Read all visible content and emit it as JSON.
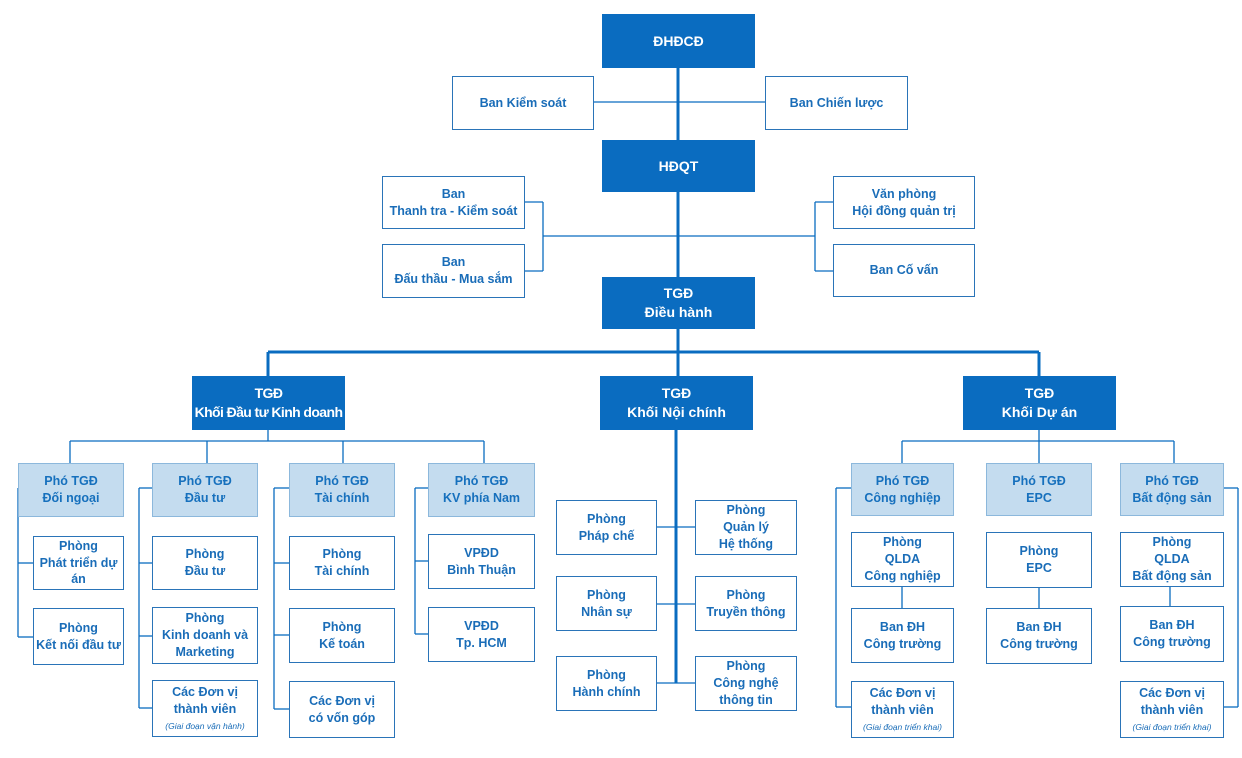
{
  "colors": {
    "primary": "#0a6cc0",
    "light_fill": "#c4dcef",
    "text": "#1a6db8",
    "line": "#0a6cc0"
  },
  "nodes": {
    "dhcd": [
      "ĐHĐCĐ"
    ],
    "ban_kiem_soat": [
      "Ban Kiểm soát"
    ],
    "ban_chien_luoc": [
      "Ban Chiến lược"
    ],
    "hdqt": [
      "HĐQT"
    ],
    "ban_thanh_tra": [
      "Ban",
      "Thanh tra - Kiểm soát"
    ],
    "ban_dau_thau": [
      "Ban",
      "Đấu thầu - Mua sắm"
    ],
    "van_phong_hdqt": [
      "Văn phòng",
      "Hội đồng quản trị"
    ],
    "ban_co_van": [
      "Ban Cố vấn"
    ],
    "tgd_dieu_hanh": [
      "TGĐ",
      "Điều hành"
    ],
    "tgd_dau_tu_kd": [
      "TGĐ",
      "Khối Đầu tư Kinh doanh"
    ],
    "tgd_noi_chinh": [
      "TGĐ",
      "Khối Nội chính"
    ],
    "tgd_du_an": [
      "TGĐ",
      "Khối Dự án"
    ],
    "pho_tgd_doi_ngoai": [
      "Phó TGĐ",
      "Đối ngoại"
    ],
    "phong_phat_trien_du_an": [
      "Phòng",
      "Phát triển dự án"
    ],
    "phong_ket_noi_dau_tu": [
      "Phòng",
      "Kết nối đầu tư"
    ],
    "pho_tgd_dau_tu": [
      "Phó TGĐ",
      "Đầu tư"
    ],
    "phong_dau_tu": [
      "Phòng",
      "Đầu tư"
    ],
    "phong_kinh_doanh_marketing": [
      "Phòng",
      "Kinh doanh và",
      "Marketing"
    ],
    "cac_don_vi_thanh_vien_vh": [
      "Các Đơn vị",
      "thành viên"
    ],
    "pho_tgd_tai_chinh": [
      "Phó TGĐ",
      "Tài chính"
    ],
    "phong_tai_chinh": [
      "Phòng",
      "Tài chính"
    ],
    "phong_ke_toan": [
      "Phòng",
      "Kế toán"
    ],
    "cac_don_vi_von_gop": [
      "Các Đơn vị",
      "có vốn góp"
    ],
    "pho_tgd_kv_phia_nam": [
      "Phó TGĐ",
      "KV phía Nam"
    ],
    "vpdd_binh_thuan": [
      "VPĐD",
      "Bình Thuận"
    ],
    "vpdd_tp_hcm": [
      "VPĐD",
      "Tp. HCM"
    ],
    "phong_phap_che": [
      "Phòng",
      "Pháp chế"
    ],
    "phong_quan_ly_he_thong": [
      "Phòng",
      "Quản lý",
      "Hệ thống"
    ],
    "phong_nhan_su": [
      "Phòng",
      "Nhân sự"
    ],
    "phong_truyen_thong": [
      "Phòng",
      "Truyền thông"
    ],
    "phong_hanh_chinh": [
      "Phòng",
      "Hành chính"
    ],
    "phong_cntt": [
      "Phòng",
      "Công nghệ",
      "thông tin"
    ],
    "pho_tgd_cong_nghiep": [
      "Phó TGĐ",
      "Công nghiệp"
    ],
    "phong_qlda_cong_nghiep": [
      "Phòng",
      "QLDA",
      "Công nghiệp"
    ],
    "ban_dh_cong_truong_1": [
      "Ban ĐH",
      "Công trường"
    ],
    "cac_don_vi_thanh_vien_tk1": [
      "Các Đơn vị",
      "thành viên"
    ],
    "pho_tgd_epc": [
      "Phó TGĐ",
      "EPC"
    ],
    "phong_epc": [
      "Phòng",
      "EPC"
    ],
    "ban_dh_cong_truong_2": [
      "Ban ĐH",
      "Công trường"
    ],
    "pho_tgd_bat_dong_san": [
      "Phó TGĐ",
      "Bất động sản"
    ],
    "phong_qlda_bat_dong_san": [
      "Phòng",
      "QLDA",
      "Bất động sản"
    ],
    "ban_dh_cong_truong_3": [
      "Ban ĐH",
      "Công trường"
    ],
    "cac_don_vi_thanh_vien_tk2": [
      "Các Đơn vị",
      "thành viên"
    ]
  },
  "notes": {
    "cac_don_vi_thanh_vien_vh": "(Giai đoạn vận hành)",
    "cac_don_vi_thanh_vien_tk1": "(Giai đoạn triển khai)",
    "cac_don_vi_thanh_vien_tk2": "(Giai đoạn triển khai)"
  }
}
